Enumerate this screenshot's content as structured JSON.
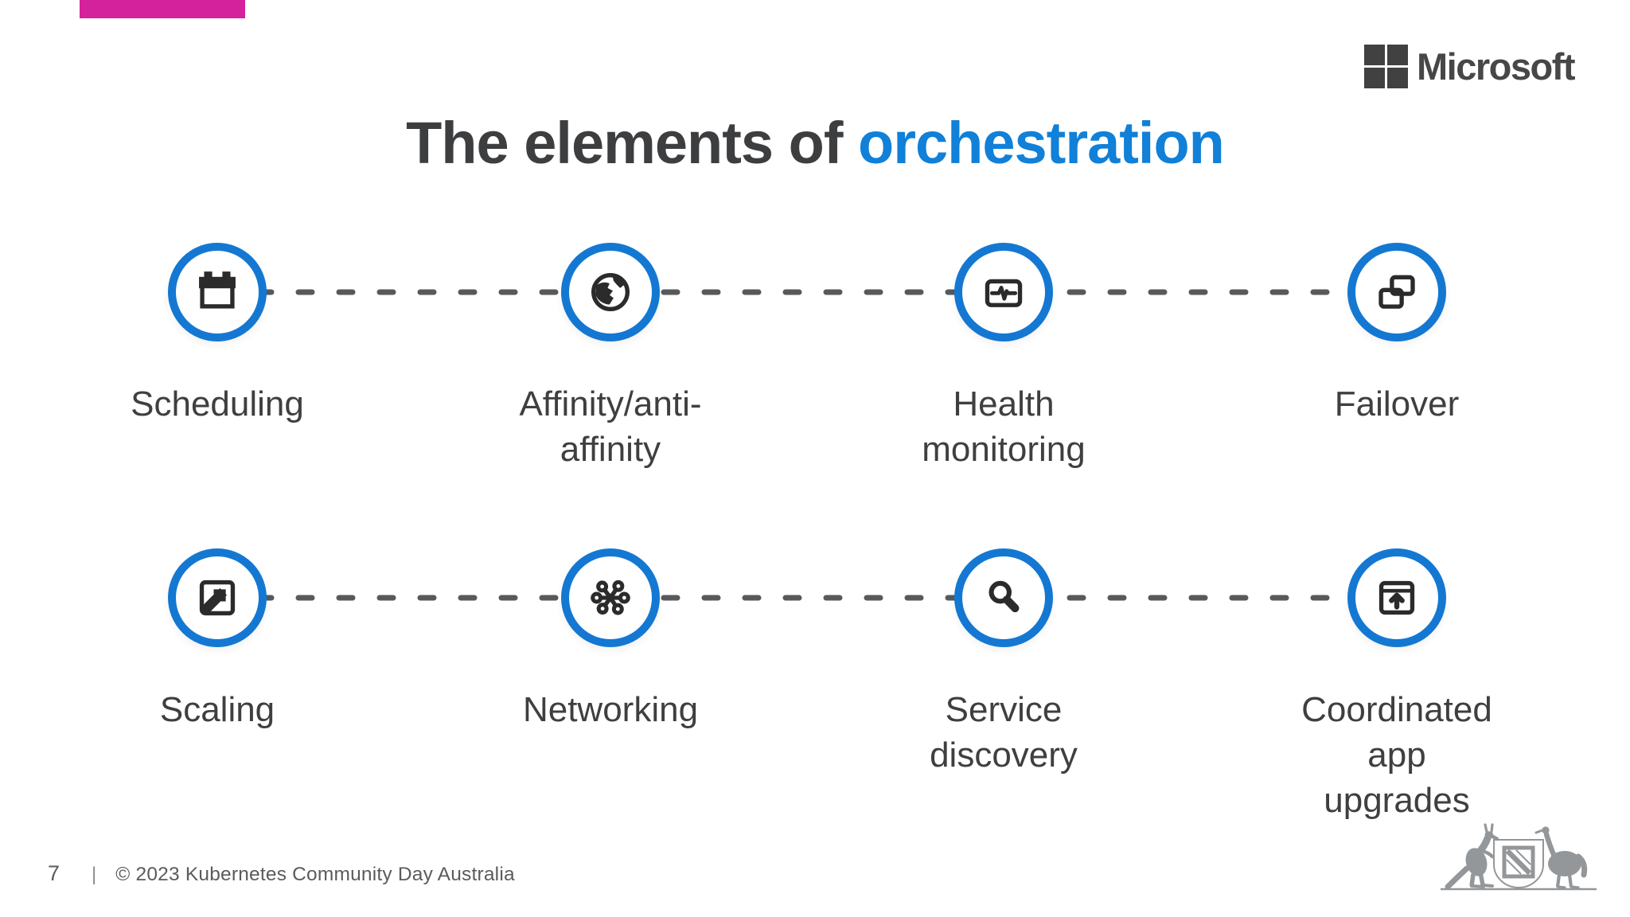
{
  "title": {
    "prefix": "The elements of ",
    "highlight": "orchestration"
  },
  "brand": {
    "name": "Microsoft"
  },
  "elements": [
    {
      "label": "Scheduling",
      "icon": "calendar-icon"
    },
    {
      "label": "Affinity/anti-\naffinity",
      "icon": "globe-icon"
    },
    {
      "label": "Health\nmonitoring",
      "icon": "pulse-monitor-icon"
    },
    {
      "label": "Failover",
      "icon": "overlapping-windows-icon"
    },
    {
      "label": "Scaling",
      "icon": "scale-out-icon"
    },
    {
      "label": "Networking",
      "icon": "network-hub-icon"
    },
    {
      "label": "Service\ndiscovery",
      "icon": "magnifier-icon"
    },
    {
      "label": "Coordinated\napp\nupgrades",
      "icon": "window-upload-icon"
    }
  ],
  "footer": {
    "page_number": "7",
    "divider": "|",
    "copyright": "© 2023 Kubernetes Community Day Australia"
  },
  "colors": {
    "accent_pink": "#d4219c",
    "title_gray": "#3d3e40",
    "title_blue": "#1080d8",
    "circle_blue": "#1478d2",
    "icon_ink": "#2b2b2b",
    "label_gray": "#3f3f3f",
    "dash_gray": "#58595b",
    "footer_gray": "#5b5b5b",
    "microsoft_gray": "#474747",
    "coat_of_arms_gray": "#94979a"
  }
}
